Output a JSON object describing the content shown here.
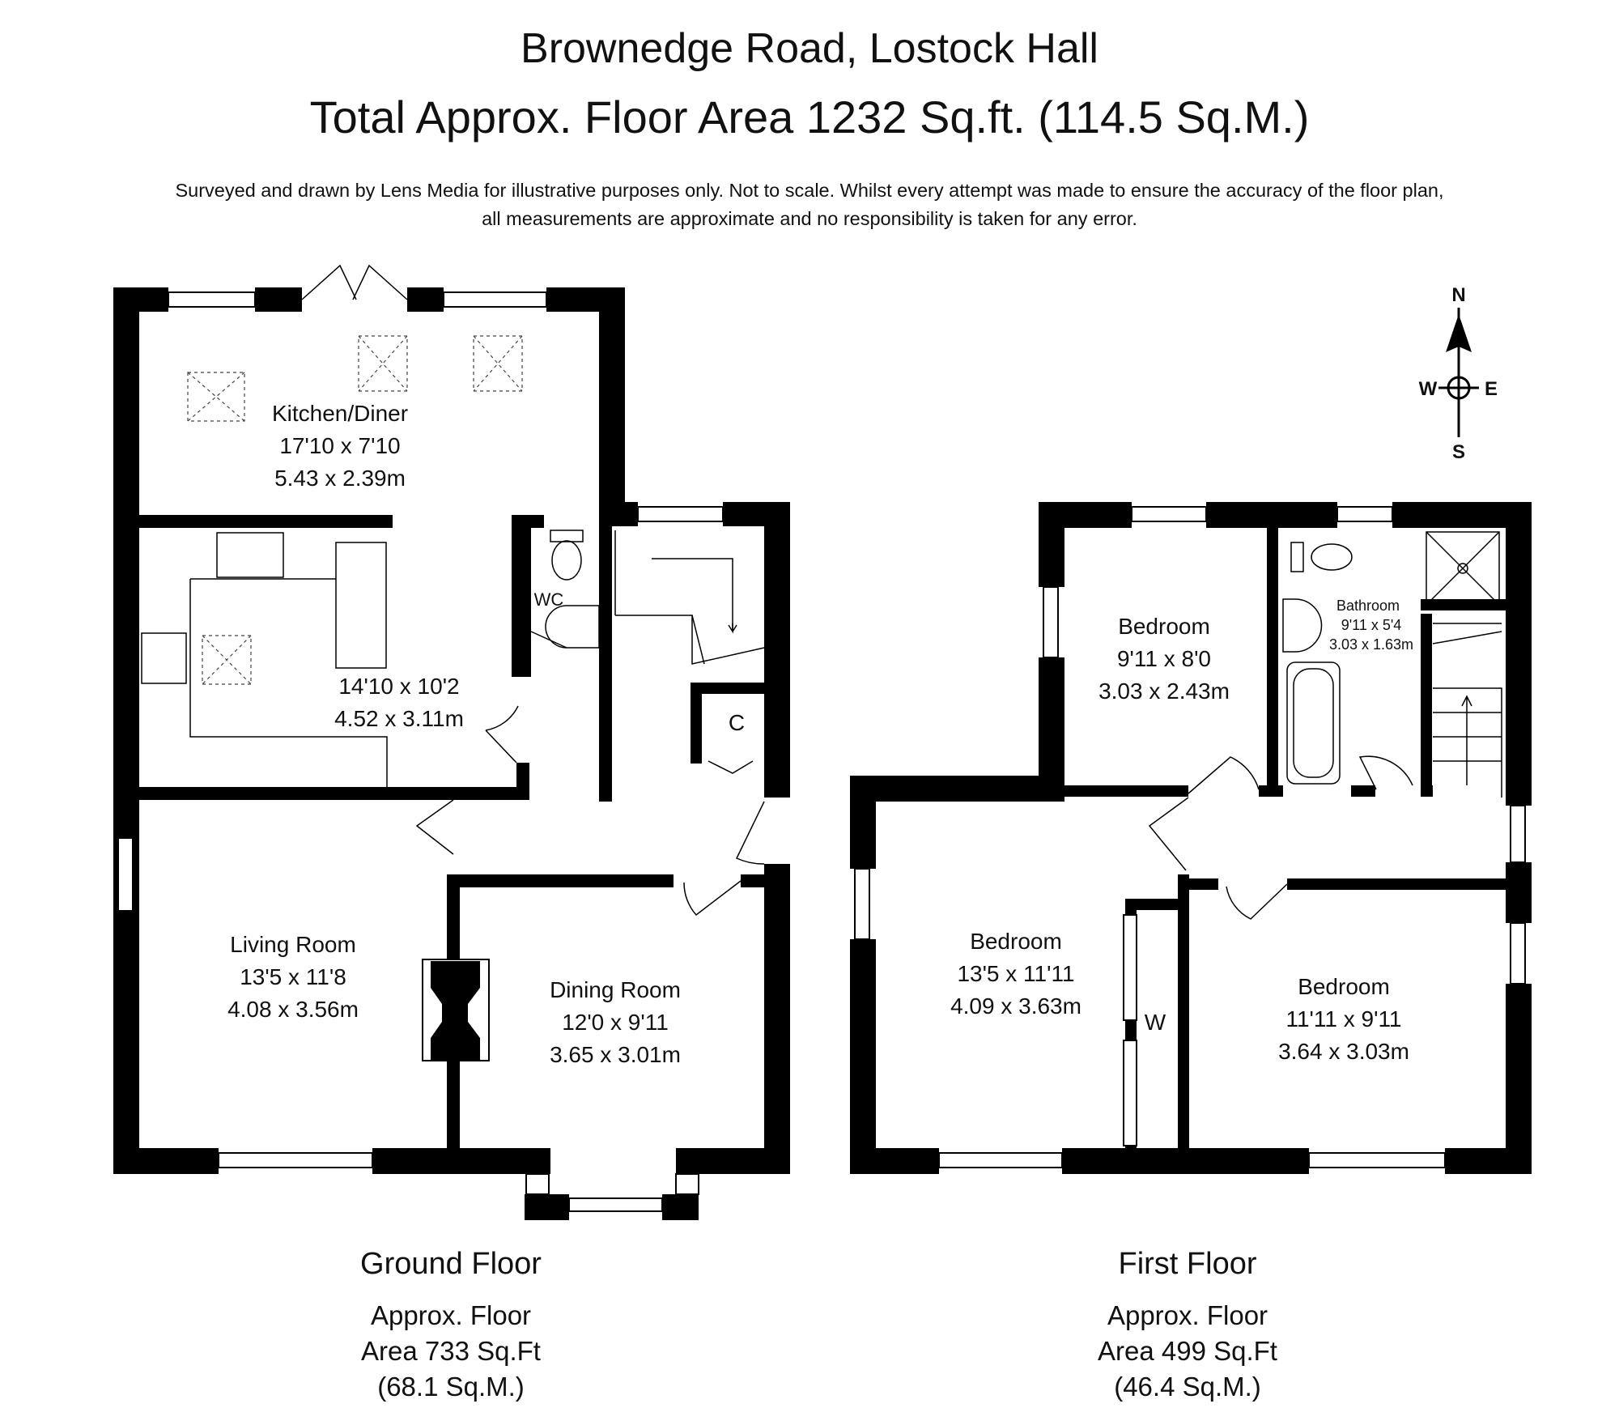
{
  "header": {
    "title": "Brownedge Road, Lostock Hall",
    "subtitle": "Total Approx. Floor Area 1232 Sq.ft. (114.5 Sq.M.)",
    "disclaimer_line1": "Surveyed and drawn by Lens Media for illustrative purposes only. Not to scale. Whilst every attempt was made to ensure the accuracy of the floor plan,",
    "disclaimer_line2": "all measurements are approximate and no responsibility is taken for any error."
  },
  "compass": {
    "n": "N",
    "s": "S",
    "e": "E",
    "w": "W"
  },
  "ground_floor": {
    "title": "Ground Floor",
    "area_line1": "Approx. Floor",
    "area_line2": "Area 733 Sq.Ft",
    "area_line3": "(68.1 Sq.M.)",
    "rooms": {
      "kitchen": {
        "name": "Kitchen/Diner",
        "imperial": "17'10 x 7'10",
        "metric": "5.43 x 2.39m"
      },
      "kitchen_lower": {
        "imperial": "14'10 x 10'2",
        "metric": "4.52 x 3.11m"
      },
      "wc": {
        "name": "WC"
      },
      "cupboard": {
        "name": "C"
      },
      "living": {
        "name": "Living Room",
        "imperial": "13'5 x 11'8",
        "metric": "4.08 x 3.56m"
      },
      "dining": {
        "name": "Dining Room",
        "imperial": "12'0 x 9'11",
        "metric": "3.65 x 3.01m"
      }
    }
  },
  "first_floor": {
    "title": "First Floor",
    "area_line1": "Approx. Floor",
    "area_line2": "Area 499 Sq.Ft",
    "area_line3": "(46.4 Sq.M.)",
    "rooms": {
      "bedroom_top": {
        "name": "Bedroom",
        "imperial": "9'11 x 8'0",
        "metric": "3.03 x 2.43m"
      },
      "bathroom": {
        "name": "Bathroom",
        "imperial": "9'11 x 5'4",
        "metric": "3.03 x 1.63m"
      },
      "bedroom_left": {
        "name": "Bedroom",
        "imperial": "13'5 x 11'11",
        "metric": "4.09 x 3.63m"
      },
      "wardrobe": {
        "name": "W"
      },
      "bedroom_right": {
        "name": "Bedroom",
        "imperial": "11'11 x 9'11",
        "metric": "3.64 x 3.03m"
      }
    }
  }
}
